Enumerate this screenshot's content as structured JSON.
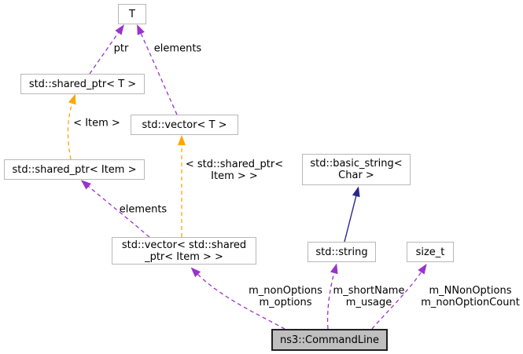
{
  "diagram": {
    "type": "collaboration-graph",
    "background": "#ffffff",
    "colors": {
      "usage_edge": "#9a32cd",
      "template_edge": "#ffa500",
      "inheritance_edge": "#28288c",
      "node_border": "#b8b8b8",
      "node_fill": "#ffffff",
      "highlight_fill": "#bfbfbf",
      "highlight_border": "#202020",
      "text": "#000000"
    },
    "nodes": {
      "t": {
        "label": "T"
      },
      "shared_ptr_t": {
        "label": "std::shared_ptr< T >"
      },
      "vector_t": {
        "label": "std::vector< T >"
      },
      "shared_ptr_item": {
        "label": "std::shared_ptr< Item >"
      },
      "basic_string": {
        "label": "std::basic_string<\nChar >"
      },
      "vector_shared_ptr_item": {
        "label": "std::vector< std::shared\n_ptr< Item > >"
      },
      "string": {
        "label": "std::string"
      },
      "size_t": {
        "label": "size_t"
      },
      "commandline": {
        "label": "ns3::CommandLine"
      }
    },
    "edge_labels": {
      "ptr": "ptr",
      "elements_top": "elements",
      "item_template": "< Item >",
      "shared_ptr_item_template": "< std::shared_ptr<\nItem > >",
      "elements_mid": "elements",
      "m_nonoptions": "m_nonOptions\nm_options",
      "m_shortname": "m_shortName\nm_usage",
      "m_nnonoptions": "m_NNonOptions\nm_nonOptionCount"
    },
    "edges": [
      {
        "from": "shared_ptr_t",
        "to": "t",
        "label": "ptr",
        "type": "usage-dashed"
      },
      {
        "from": "vector_t",
        "to": "t",
        "label": "elements",
        "type": "usage-dashed"
      },
      {
        "from": "shared_ptr_item",
        "to": "shared_ptr_t",
        "label": "< Item >",
        "type": "template-instance-dashed"
      },
      {
        "from": "vector_shared_ptr_item",
        "to": "vector_t",
        "label": "< std::shared_ptr< Item > >",
        "type": "template-instance-dashed"
      },
      {
        "from": "vector_shared_ptr_item",
        "to": "shared_ptr_item",
        "label": "elements",
        "type": "usage-dashed"
      },
      {
        "from": "string",
        "to": "basic_string",
        "label": "",
        "type": "inheritance-solid"
      },
      {
        "from": "commandline",
        "to": "vector_shared_ptr_item",
        "label": "m_nonOptions m_options",
        "type": "usage-dashed"
      },
      {
        "from": "commandline",
        "to": "string",
        "label": "m_shortName m_usage",
        "type": "usage-dashed"
      },
      {
        "from": "commandline",
        "to": "size_t",
        "label": "m_NNonOptions m_nonOptionCount",
        "type": "usage-dashed"
      }
    ]
  }
}
